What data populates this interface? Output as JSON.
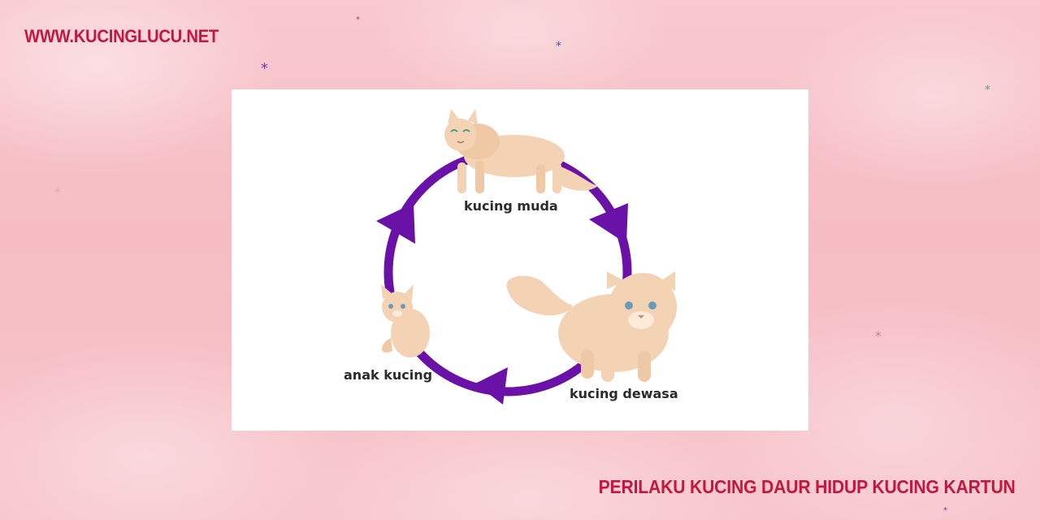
{
  "site": {
    "logo_text": "WWW.KUCINGLUCU.NET"
  },
  "page": {
    "title": "PERILAKU KUCING DAUR HIDUP KUCING KARTUN"
  },
  "diagram": {
    "stages": {
      "young": "kucing muda",
      "adult": "kucing dewasa",
      "kitten": "anak kucing"
    },
    "cycle_color": "#6a12a8",
    "cat_fur_color": "#f3d3b4"
  },
  "colors": {
    "accent": "#c4173f",
    "background": "#f6c2c8"
  }
}
